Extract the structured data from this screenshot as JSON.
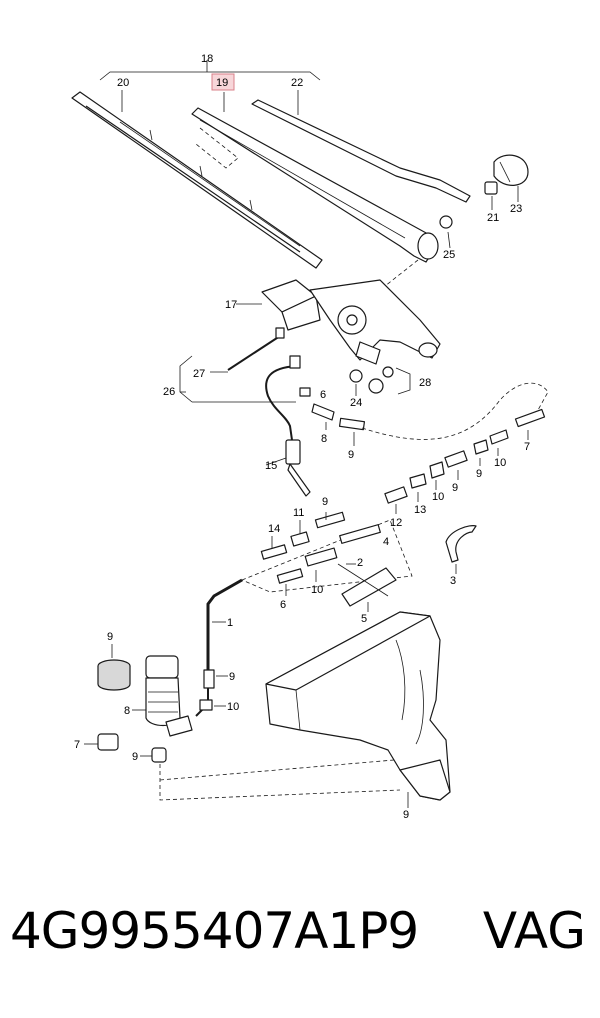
{
  "diagram": {
    "highlighted_callout": "19",
    "callouts": [
      "18",
      "19",
      "20",
      "22",
      "23",
      "21",
      "25",
      "17",
      "27",
      "26",
      "24",
      "28",
      "6",
      "8",
      "9",
      "15",
      "7",
      "10",
      "9",
      "9",
      "10",
      "13",
      "12",
      "14",
      "11",
      "9",
      "4",
      "2",
      "10",
      "6",
      "5",
      "3",
      "1",
      "9",
      "10",
      "9",
      "8",
      "7",
      "9",
      "9"
    ]
  },
  "footer": {
    "part_number": "4G9955407A1P9",
    "brand": "VAG"
  }
}
